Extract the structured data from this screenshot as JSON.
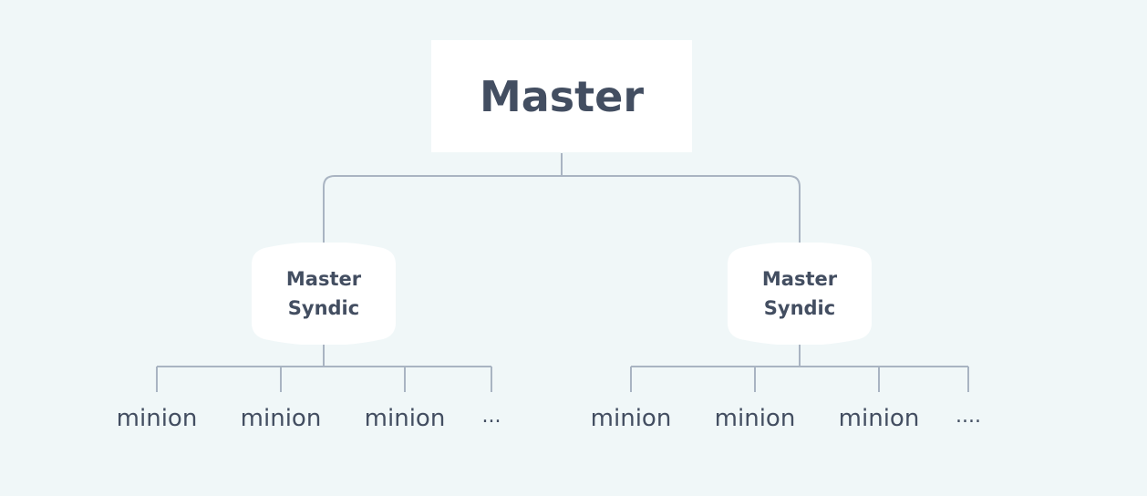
{
  "master": {
    "label": "Master"
  },
  "syndics": [
    {
      "line1": "Master",
      "line2": "Syndic"
    },
    {
      "line1": "Master",
      "line2": "Syndic"
    }
  ],
  "groups": [
    {
      "minions": [
        "minion",
        "minion",
        "minion"
      ],
      "more": "..."
    },
    {
      "minions": [
        "minion",
        "minion",
        "minion"
      ],
      "more": "...."
    }
  ],
  "colors": {
    "background": "#f0f7f8",
    "node_fill": "#ffffff",
    "text": "#434e61",
    "connector": "#a9b4c2"
  }
}
